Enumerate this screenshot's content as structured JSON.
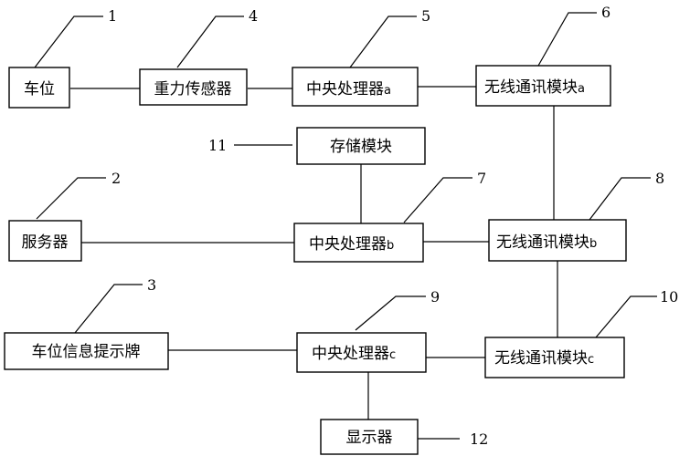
{
  "nodes": {
    "parking_space": {
      "text": "车位",
      "suffix": ""
    },
    "gravity_sensor": {
      "text": "重力传感器",
      "suffix": ""
    },
    "cpu_a": {
      "text": "中央处理器",
      "suffix": "a"
    },
    "wireless_a": {
      "text": "无线通讯模块",
      "suffix": "a"
    },
    "storage": {
      "text": "存储模块",
      "suffix": ""
    },
    "server": {
      "text": "服务器",
      "suffix": ""
    },
    "cpu_b": {
      "text": "中央处理器",
      "suffix": "b"
    },
    "wireless_b": {
      "text": "无线通讯模块",
      "suffix": "b"
    },
    "info_board": {
      "text": "车位信息提示牌",
      "suffix": ""
    },
    "cpu_c": {
      "text": "中央处理器",
      "suffix": "c"
    },
    "wireless_c": {
      "text": "无线通讯模块",
      "suffix": "c"
    },
    "display": {
      "text": "显示器",
      "suffix": ""
    }
  },
  "reference_numbers": {
    "n1": "1",
    "n2": "2",
    "n3": "3",
    "n4": "4",
    "n5": "5",
    "n6": "6",
    "n7": "7",
    "n8": "8",
    "n9": "9",
    "n10": "10",
    "n11": "11",
    "n12": "12"
  }
}
